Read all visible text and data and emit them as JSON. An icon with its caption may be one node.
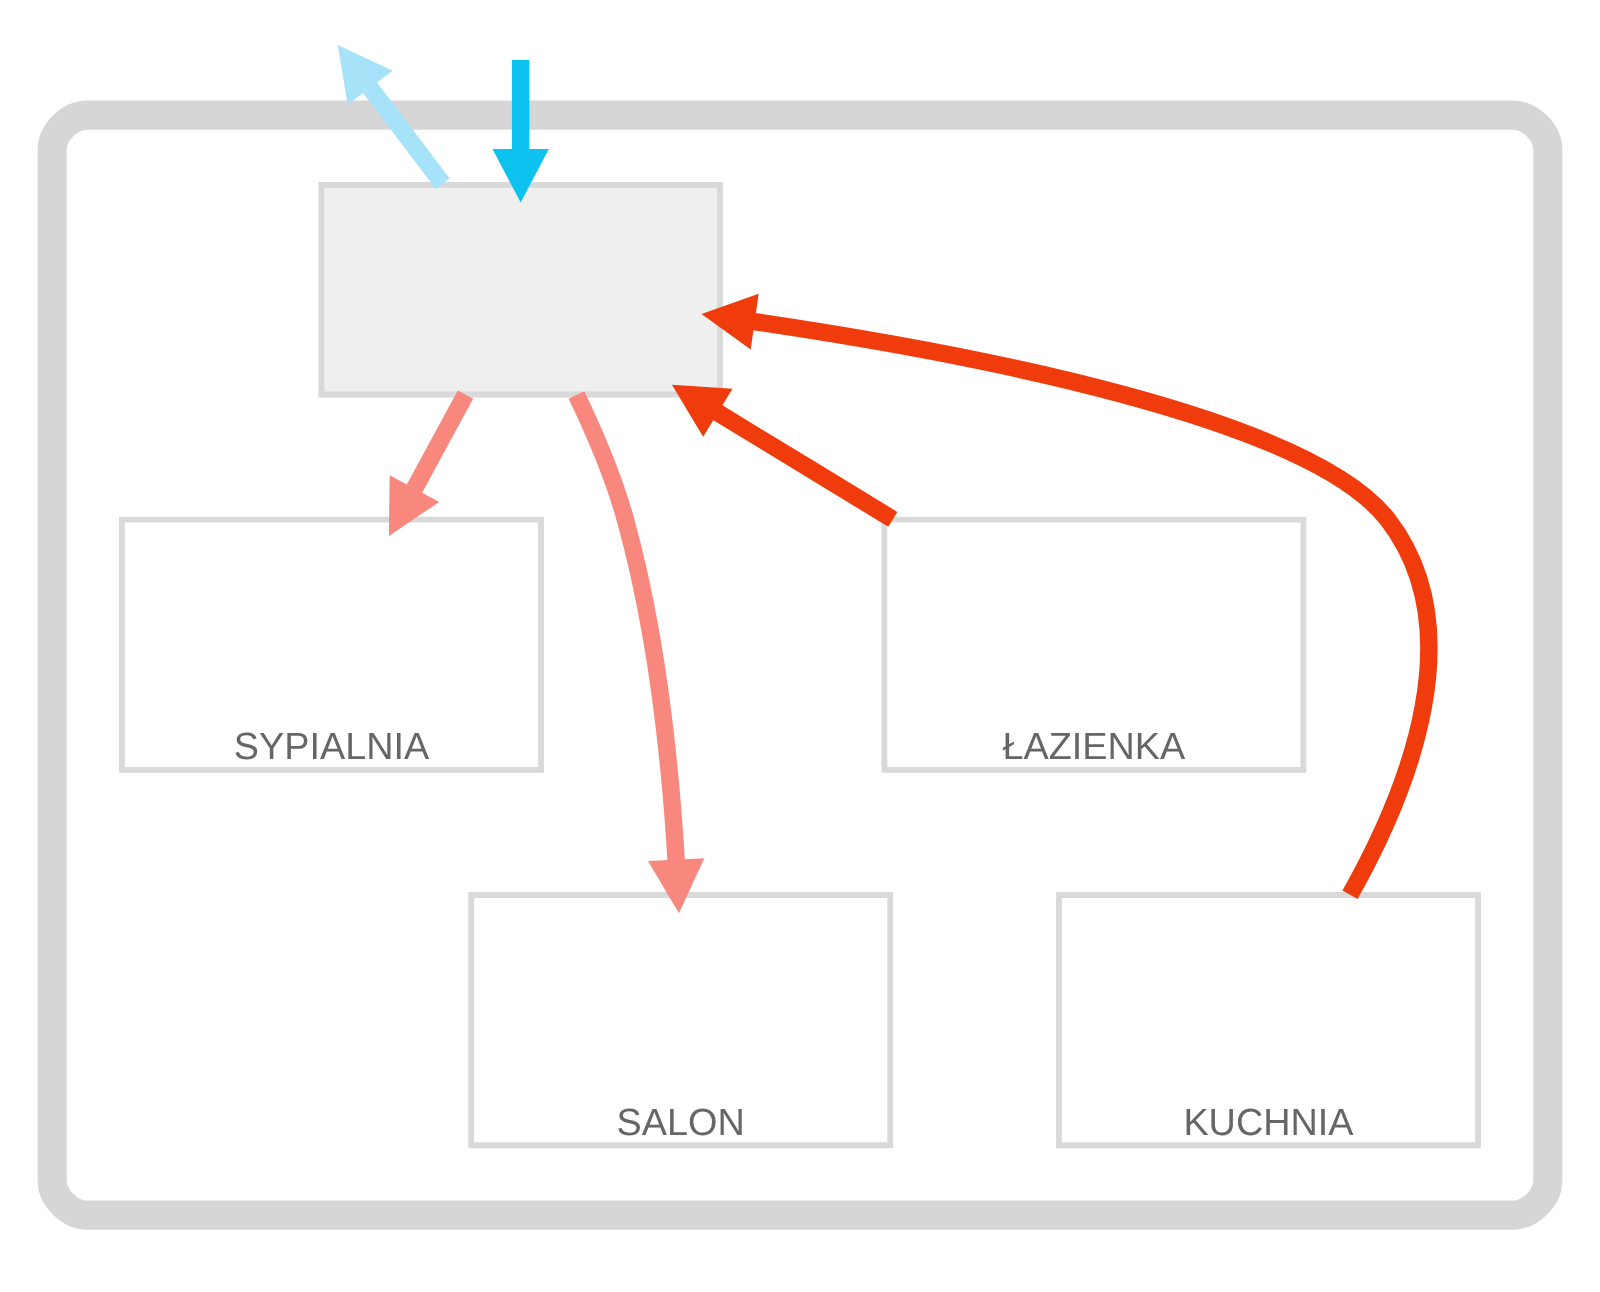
{
  "diagram": {
    "nodes": [
      {
        "text": [],
        "shape": "house"
      },
      {
        "text": [],
        "shape": "box",
        "in": 0
      },
      {
        "text": [
          "SYPIALNIA"
        ],
        "in": 0
      },
      {
        "text": [
          "ŁAZIENKA"
        ],
        "in": 0
      },
      {
        "text": [
          "SALON"
        ],
        "in": 0
      },
      {
        "text": [
          "KUCHNIA"
        ],
        "in": 0
      }
    ],
    "edges": [
      {
        "from": 1,
        "to": null,
        "arrow": "to",
        "color": "#a6e3f8"
      },
      {
        "from": null,
        "to": 1,
        "arrow": "to",
        "color": "#0dc2ee"
      },
      {
        "from": 1,
        "to": 2,
        "arrow": "to",
        "color": "#f8887e"
      },
      {
        "from": 1,
        "to": 4,
        "arrow": "to",
        "color": "#f8887e"
      },
      {
        "from": 3,
        "to": 1,
        "arrow": "to",
        "color": "#f03c0c"
      },
      {
        "from": 5,
        "to": 1,
        "arrow": "to",
        "color": "#f03c0c"
      }
    ]
  }
}
